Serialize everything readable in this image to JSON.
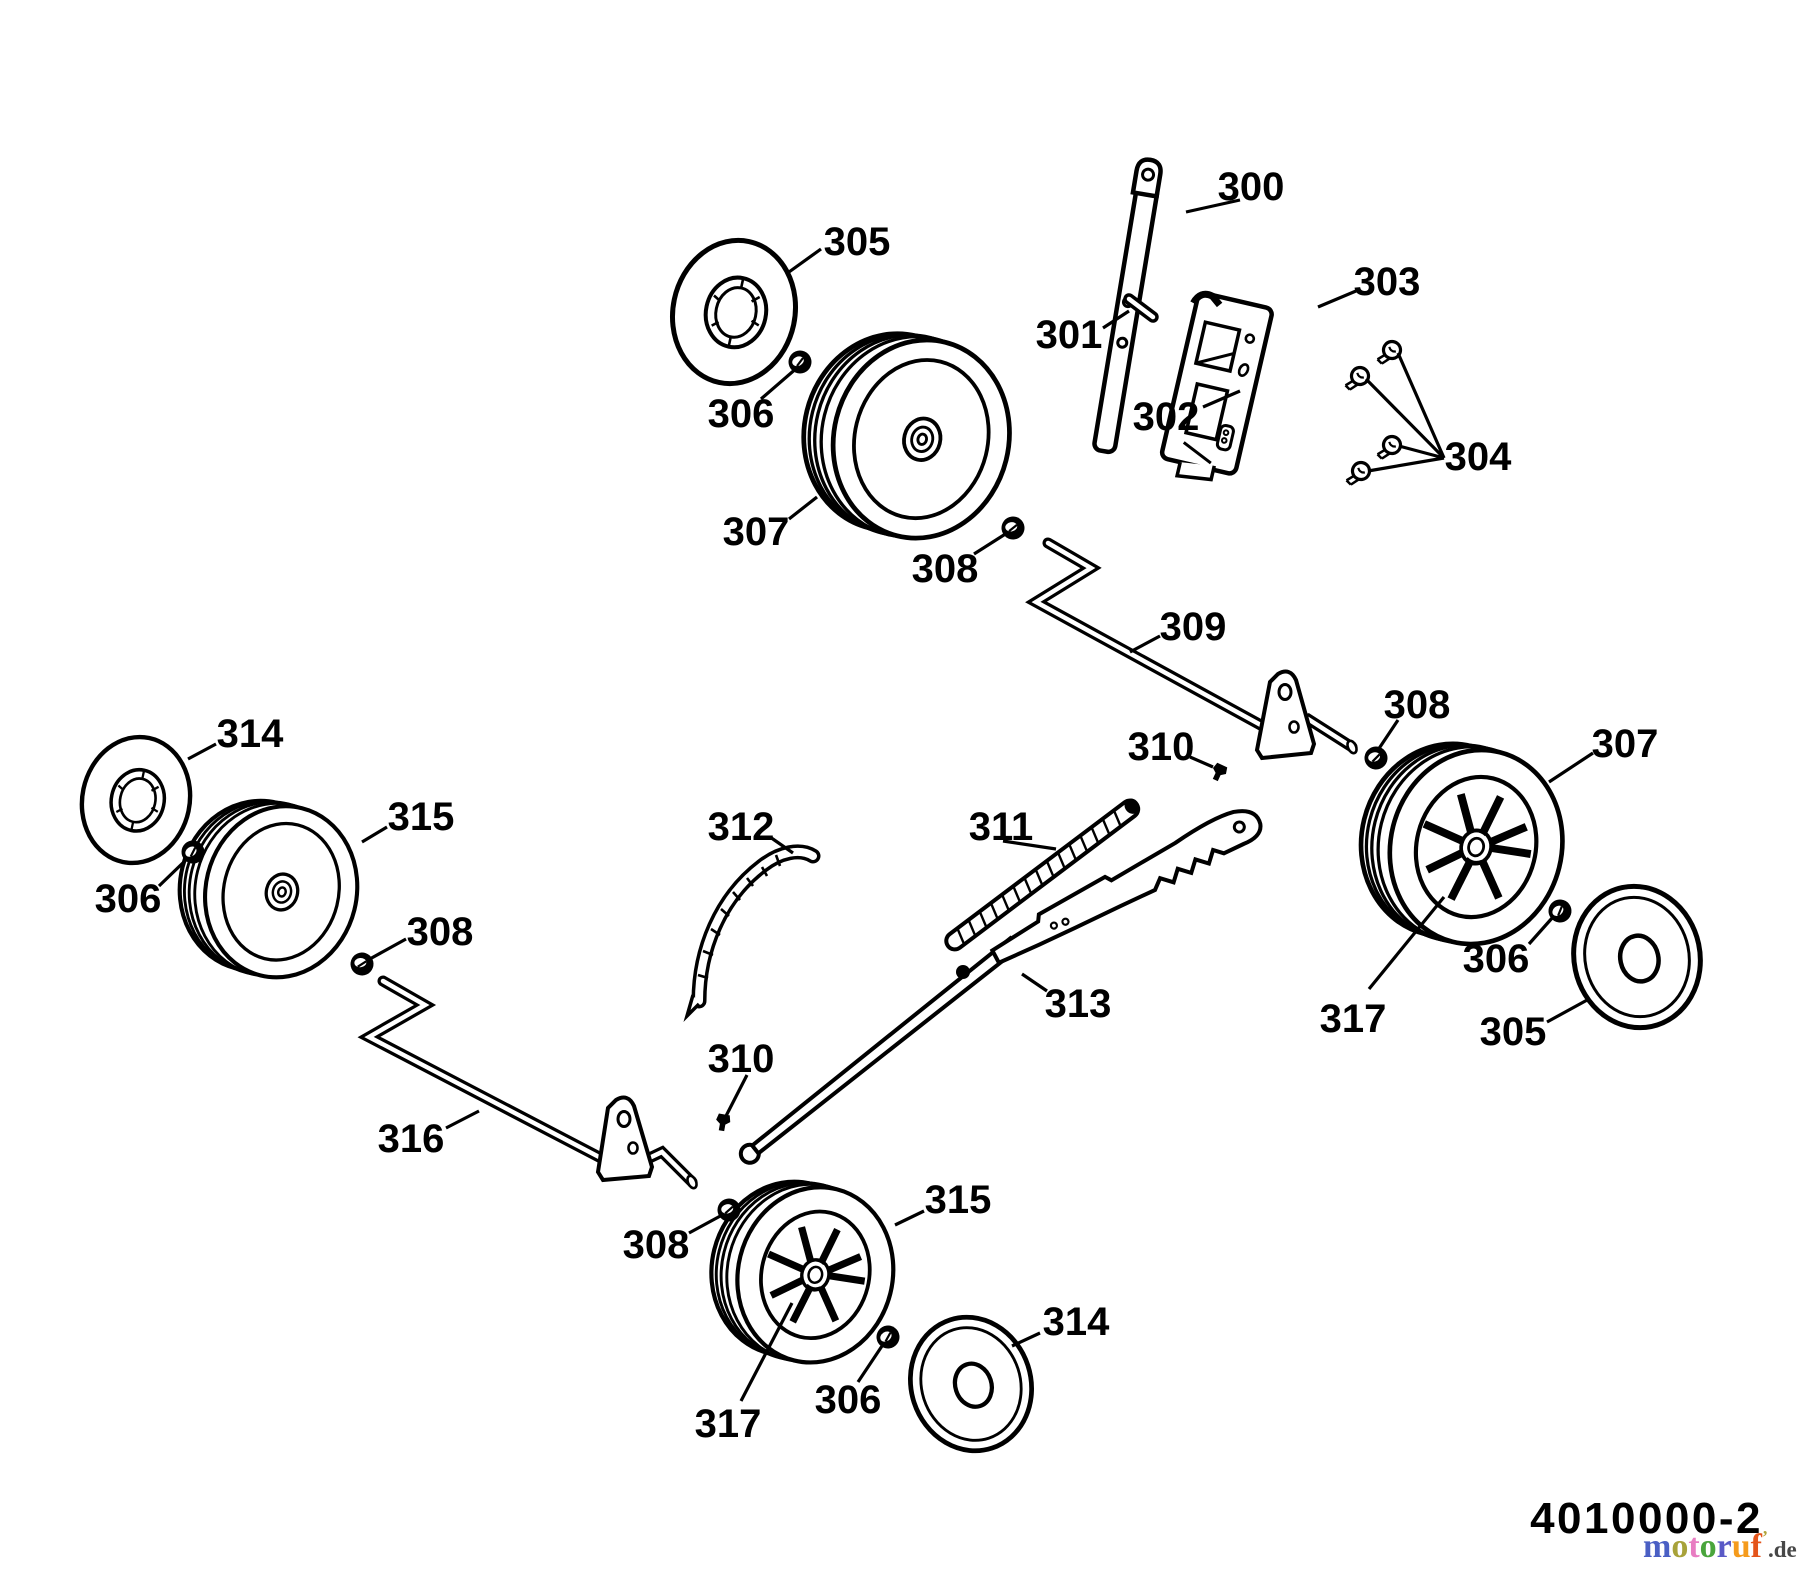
{
  "diagram": {
    "drawing_number": "4010000-2",
    "watermark": {
      "letters": [
        {
          "ch": "m",
          "color": "#4a5fc4"
        },
        {
          "ch": "o",
          "color": "#a8a23a"
        },
        {
          "ch": "t",
          "color": "#e87dc2"
        },
        {
          "ch": "o",
          "color": "#4aa53c"
        },
        {
          "ch": "r",
          "color": "#5a5ac6"
        },
        {
          "ch": "u",
          "color": "#f59b1c"
        },
        {
          "ch": "f",
          "color": "#e4541a"
        },
        {
          "ch": "’",
          "color": "#b0a43a"
        }
      ],
      "suffix": ".de",
      "suffix_color": "#474747"
    },
    "labels": {
      "p300": "300",
      "p301": "301",
      "p302": "302",
      "p303": "303",
      "p304": "304",
      "p305": "305",
      "p306": "306",
      "p307": "307",
      "p308": "308",
      "p309": "309",
      "p310": "310",
      "p311": "311",
      "p312": "312",
      "p313": "313",
      "p314": "314",
      "p315": "315",
      "p316": "316",
      "p317": "317"
    }
  }
}
